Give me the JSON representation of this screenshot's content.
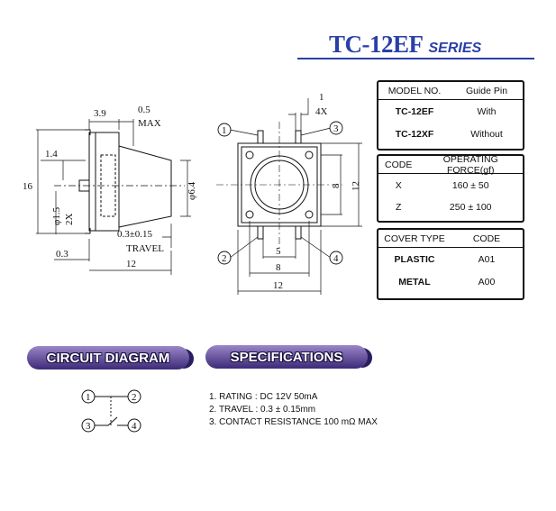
{
  "title": {
    "main": "TC-12EF",
    "sub": "SERIES"
  },
  "side_view": {
    "dim_3_9": "3.9",
    "dim_0_5": "0.5",
    "dim_max": "MAX",
    "dim_1_4": "1.4",
    "dim_16": "16",
    "dim_phi1_5": "φ1.5",
    "dim_2x": "2X",
    "dim_phi6_4": "φ6.4",
    "dim_travel_val": "0.3±0.15",
    "dim_travel": "TRAVEL",
    "dim_0_3": "0.3",
    "dim_12": "12"
  },
  "top_view": {
    "pin1": "1",
    "pin2": "2",
    "pin3": "3",
    "pin4": "4",
    "dim_1": "1",
    "dim_4x": "4X",
    "dim_8_v": "8",
    "dim_12_v": "12",
    "dim_5": "5",
    "dim_8_h": "8",
    "dim_12_h": "12"
  },
  "model_table": {
    "headers": [
      "MODEL NO.",
      "Guide Pin"
    ],
    "rows": [
      [
        "TC-12EF",
        "With"
      ],
      [
        "TC-12XF",
        "Without"
      ]
    ]
  },
  "force_table": {
    "headers": [
      "CODE",
      "OPERATING FORCE(gf)"
    ],
    "rows": [
      [
        "X",
        "160 ± 50"
      ],
      [
        "Z",
        "250 ± 100"
      ]
    ]
  },
  "cover_table": {
    "headers": [
      "COVER TYPE",
      "CODE"
    ],
    "rows": [
      [
        "PLASTIC",
        "A01"
      ],
      [
        "METAL",
        "A00"
      ]
    ]
  },
  "section_circuit": "CIRCUIT DIAGRAM",
  "section_specs": "SPECIFICATIONS",
  "circuit": {
    "p1": "1",
    "p2": "2",
    "p3": "3",
    "p4": "4"
  },
  "specs": [
    "1. RATING : DC 12V  50mA",
    "2. TRAVEL : 0.3 ± 0.15mm",
    "3. CONTACT  RESISTANCE 100 mΩ MAX"
  ],
  "colors": {
    "accent": "#2a3fa8",
    "pill": "#3c2a78"
  }
}
